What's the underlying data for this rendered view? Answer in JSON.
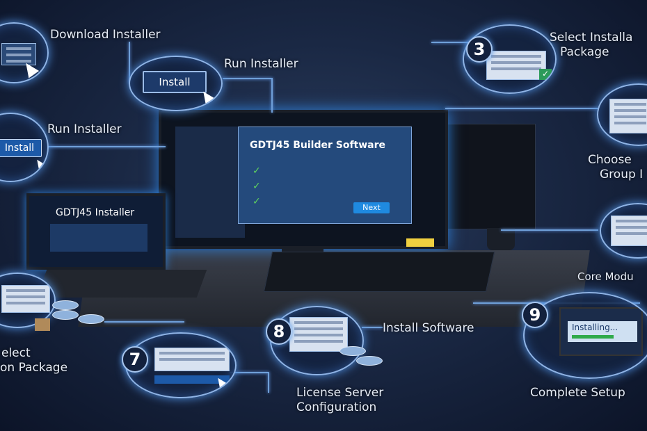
{
  "steps": {
    "download": "Download Installer",
    "run_top": "Run Installer",
    "run_left": "Run Installer",
    "select_package_right_1": "Select Installa",
    "select_package_right_2": "Package",
    "choose_group_1": "Choose",
    "choose_group_2": "Group I",
    "core_modules": "Core Modu",
    "select_left_1": "elect",
    "select_left_2": "on Package",
    "license_1": "License Server",
    "license_2": "Configuration",
    "install_software": "Install Software",
    "complete_setup": "Complete Setup"
  },
  "numbers": {
    "n3": "3",
    "n7": "7",
    "n8": "8",
    "n9": "9"
  },
  "buttons": {
    "install": "Install",
    "install_left": "Install",
    "next": "Next"
  },
  "monitor": {
    "title": "GDTJ45 Builder Software"
  },
  "laptop": {
    "title": "GDTJ45 Installer"
  },
  "installing": "Installing...",
  "colors": {
    "background": "#1a2844",
    "accent": "#2f7fd8",
    "glow": "#8fb4e6",
    "check": "#5fd35f"
  }
}
